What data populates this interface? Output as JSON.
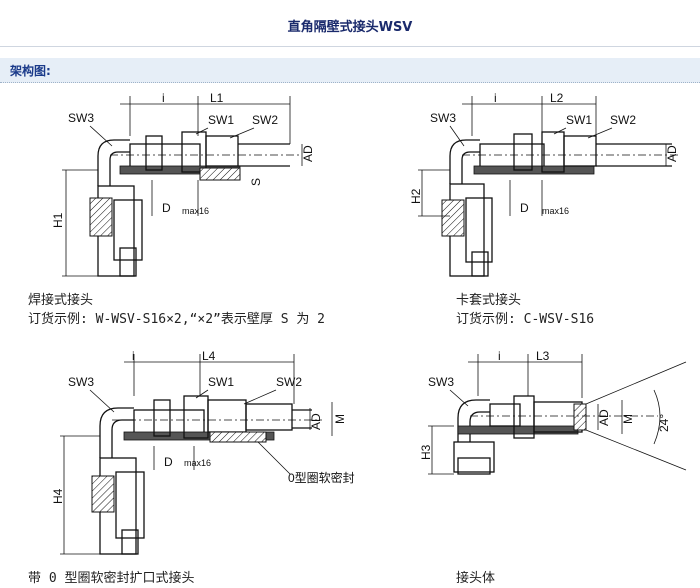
{
  "page": {
    "title": "直角隔壁式接头WSV",
    "section_label": "架构图:"
  },
  "figures": [
    {
      "id": "weld",
      "labels": {
        "sw3": "SW3",
        "sw1": "SW1",
        "sw2": "SW2",
        "i": "i",
        "l": "L1",
        "h": "H1",
        "ad": "AD",
        "s": "S",
        "d": "D",
        "max": "max16"
      },
      "caption_title": "焊接式接头",
      "caption_order": "订货示例: W-WSV-S16×2,“×2”表示壁厚 S 为 2"
    },
    {
      "id": "ferrule",
      "labels": {
        "sw3": "SW3",
        "sw1": "SW1",
        "sw2": "SW2",
        "i": "i",
        "l": "L2",
        "h": "H2",
        "ad": "AD",
        "d": "D",
        "max": "max16"
      },
      "caption_title": "卡套式接头",
      "caption_order": "订货示例: C-WSV-S16"
    },
    {
      "id": "oring",
      "labels": {
        "sw3": "SW3",
        "sw1": "SW1",
        "sw2": "SW2",
        "i": "i",
        "l": "L4",
        "h": "H4",
        "ad": "AD",
        "m": "M",
        "d": "D",
        "max": "max16",
        "seal": "0型圈软密封"
      },
      "caption_title": "带 0 型圈软密封扩口式接头"
    },
    {
      "id": "body",
      "labels": {
        "sw3": "SW3",
        "i": "i",
        "l": "L3",
        "h": "H3",
        "ad": "AD",
        "m": "M",
        "angle": "24°"
      },
      "caption_title": "接头体"
    }
  ]
}
